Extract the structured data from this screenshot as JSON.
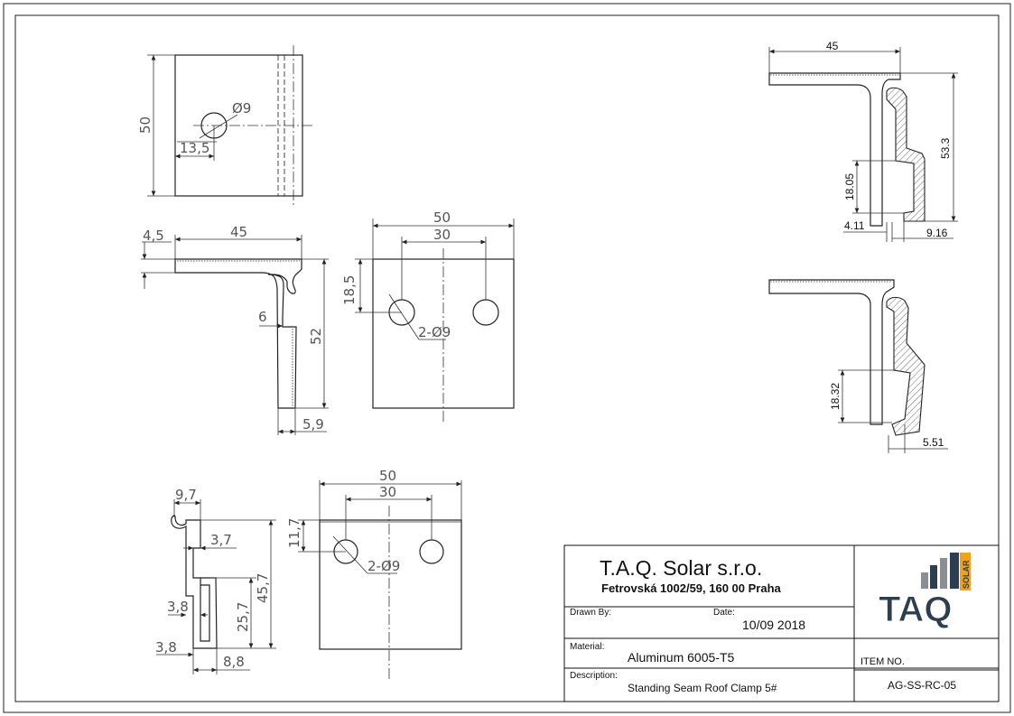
{
  "title_block": {
    "company": "T.A.Q. Solar s.r.o.",
    "address": "Fetrovská 1002/59, 160 00 Praha",
    "drawn_by_label": "Drawn By:",
    "date_label": "Date:",
    "date": "10/09 2018",
    "material_label": "Material:",
    "material": "Aluminum 6005-T5",
    "description_label": "Description:",
    "description": "Standing Seam Roof Clamp 5#",
    "item_no_label": "ITEM NO.",
    "item_no": "AG-SS-RC-05",
    "logo_text": "TAQ",
    "logo_side_text": "SOLAR"
  },
  "dimensions": {
    "top_view_height": "50",
    "top_view_hole": "Ø9",
    "top_view_offset": "13,5",
    "side_lip": "4,5",
    "side_width": "45",
    "side_web": "6",
    "side_height": "52",
    "side_base": "5,9",
    "front_width": "50",
    "front_spacing": "30",
    "front_hole_offset": "18,5",
    "front_holes": "2-Ø9",
    "lower_hook": "9,7",
    "lower_step": "3,7",
    "lower_web": "3,8",
    "lower_mid": "25,7",
    "lower_height": "45,7",
    "lower_base": "3,8",
    "lower_foot": "8,8",
    "lower_front_width": "50",
    "lower_front_spacing": "30",
    "lower_front_offset": "11,7",
    "lower_front_holes": "2-Ø9",
    "asm_width": "45",
    "asm_height": "53.3",
    "asm_grip": "18.05",
    "asm_gap": "4.11",
    "asm_jaw": "9.16",
    "asm2_grip": "18.32",
    "asm2_jaw": "5.51"
  },
  "colors": {
    "logo_dark": "#2d3e50",
    "logo_grey": "#8a8f96",
    "logo_orange": "#f0a21a",
    "line": "#222222"
  }
}
